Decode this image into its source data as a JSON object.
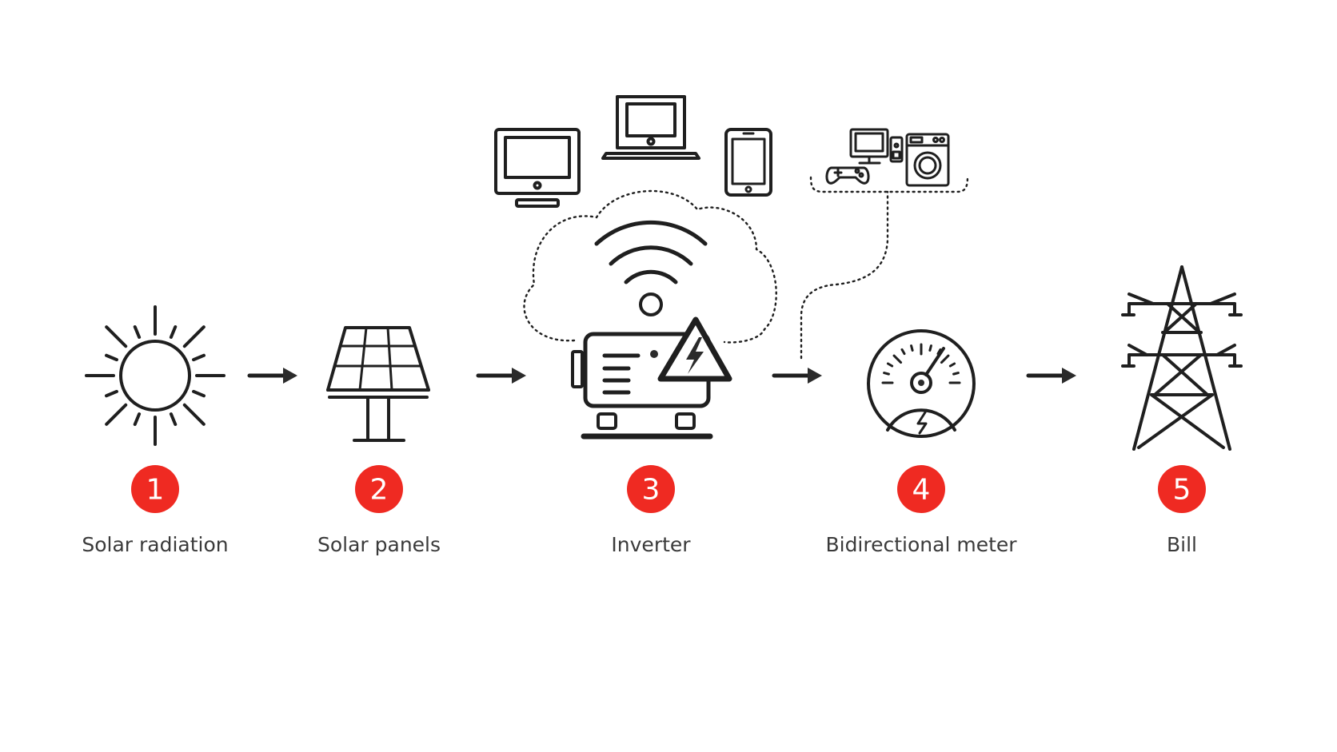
{
  "colors": {
    "background": "#ffffff",
    "icon_stroke": "#1f1f1f",
    "badge": "#ef2a22",
    "badge_text": "#ffffff",
    "label_text": "#3a3a3a"
  },
  "steps": [
    {
      "number": "1",
      "label": "Solar radiation",
      "icon": "sun-icon"
    },
    {
      "number": "2",
      "label": "Solar panels",
      "icon": "solar-panel-icon"
    },
    {
      "number": "3",
      "label": "Inverter",
      "icon": "inverter-icon"
    },
    {
      "number": "4",
      "label": "Bidirectional meter",
      "icon": "meter-icon"
    },
    {
      "number": "5",
      "label": "Bill",
      "icon": "power-tower-icon"
    }
  ],
  "devices": [
    "monitor-icon",
    "laptop-icon",
    "tablet-icon",
    "wifi-icon",
    "cloud-icon"
  ],
  "appliances": [
    "desktop-icon",
    "gamepad-icon",
    "router-icon",
    "washing-machine-icon"
  ]
}
